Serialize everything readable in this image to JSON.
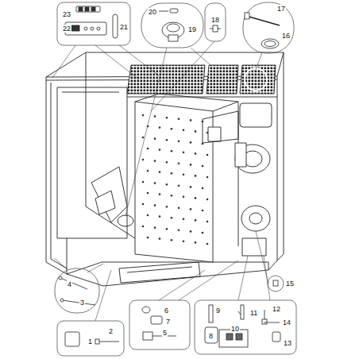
{
  "diagram": {
    "labels": [
      "23",
      "22",
      "21",
      "20",
      "19",
      "18",
      "17",
      "16",
      "15",
      "4",
      "3",
      "9",
      "12",
      "11",
      "14",
      "6",
      "7",
      "5",
      "8",
      "10",
      "13",
      "2",
      "1"
    ]
  }
}
